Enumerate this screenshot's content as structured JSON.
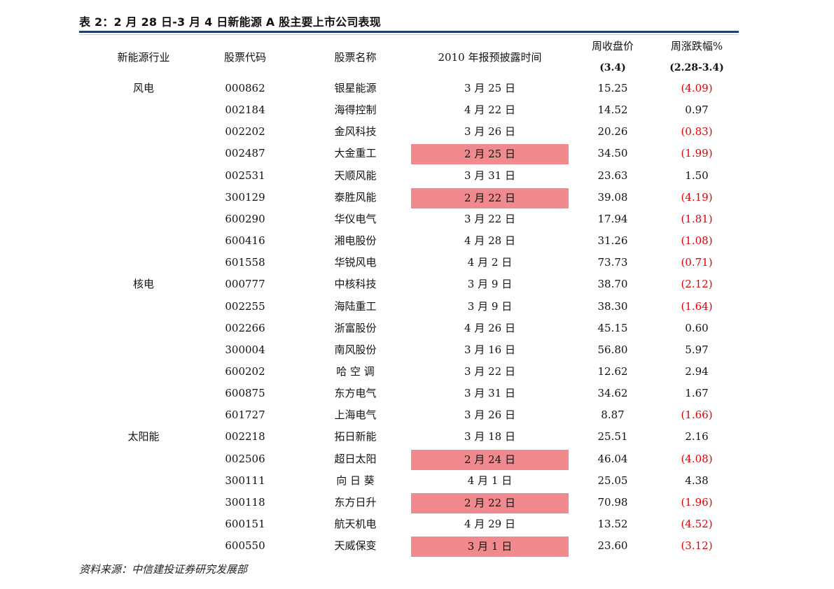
{
  "title": "表 2：2 月 28 日-3 月 4 日新能源 A 股主要上市公司表现",
  "headers": {
    "industry": "新能源行业",
    "code": "股票代码",
    "name": "股票名称",
    "date": "2010 年报预披露时间",
    "price": "周收盘价",
    "price_sub": "(3.4)",
    "change": "周涨跌幅%",
    "change_sub": "(2.28-3.4)"
  },
  "rows": [
    {
      "industry": "风电",
      "code": "000862",
      "name": "银星能源",
      "date": "3 月 25 日",
      "price": "15.25",
      "change": "(4.09)",
      "negative": true,
      "highlight": false
    },
    {
      "industry": "",
      "code": "002184",
      "name": "海得控制",
      "date": "4 月 22 日",
      "price": "14.52",
      "change": "0.97",
      "negative": false,
      "highlight": false
    },
    {
      "industry": "",
      "code": "002202",
      "name": "金风科技",
      "date": "3 月 26 日",
      "price": "20.26",
      "change": "(0.83)",
      "negative": true,
      "highlight": false
    },
    {
      "industry": "",
      "code": "002487",
      "name": "大金重工",
      "date": "2 月 25 日",
      "price": "34.50",
      "change": "(1.99)",
      "negative": true,
      "highlight": true
    },
    {
      "industry": "",
      "code": "002531",
      "name": "天顺风能",
      "date": "3 月 31 日",
      "price": "23.63",
      "change": "1.50",
      "negative": false,
      "highlight": false
    },
    {
      "industry": "",
      "code": "300129",
      "name": "泰胜风能",
      "date": "2 月 22 日",
      "price": "39.08",
      "change": "(4.19)",
      "negative": true,
      "highlight": true
    },
    {
      "industry": "",
      "code": "600290",
      "name": "华仪电气",
      "date": "3 月 22 日",
      "price": "17.94",
      "change": "(1.81)",
      "negative": true,
      "highlight": false
    },
    {
      "industry": "",
      "code": "600416",
      "name": "湘电股份",
      "date": "4 月 28 日",
      "price": "31.26",
      "change": "(1.08)",
      "negative": true,
      "highlight": false
    },
    {
      "industry": "",
      "code": "601558",
      "name": "华锐风电",
      "date": "4 月 2 日",
      "price": "73.73",
      "change": "(0.71)",
      "negative": true,
      "highlight": false
    },
    {
      "industry": "核电",
      "code": "000777",
      "name": "中核科技",
      "date": "3 月 9 日",
      "price": "38.70",
      "change": "(2.12)",
      "negative": true,
      "highlight": false
    },
    {
      "industry": "",
      "code": "002255",
      "name": "海陆重工",
      "date": "3 月 9 日",
      "price": "38.30",
      "change": "(1.64)",
      "negative": true,
      "highlight": false
    },
    {
      "industry": "",
      "code": "002266",
      "name": "浙富股份",
      "date": "4 月 26 日",
      "price": "45.15",
      "change": "0.60",
      "negative": false,
      "highlight": false
    },
    {
      "industry": "",
      "code": "300004",
      "name": "南风股份",
      "date": "3 月 16 日",
      "price": "56.80",
      "change": "5.97",
      "negative": false,
      "highlight": false
    },
    {
      "industry": "",
      "code": "600202",
      "name": "哈 空 调",
      "date": "3 月 22 日",
      "price": "12.62",
      "change": "2.94",
      "negative": false,
      "highlight": false
    },
    {
      "industry": "",
      "code": "600875",
      "name": "东方电气",
      "date": "3 月 31 日",
      "price": "34.62",
      "change": "1.67",
      "negative": false,
      "highlight": false
    },
    {
      "industry": "",
      "code": "601727",
      "name": "上海电气",
      "date": "3 月 26 日",
      "price": "8.87",
      "change": "(1.66)",
      "negative": true,
      "highlight": false
    },
    {
      "industry": "太阳能",
      "code": "002218",
      "name": "拓日新能",
      "date": "3 月 18 日",
      "price": "25.51",
      "change": "2.16",
      "negative": false,
      "highlight": false
    },
    {
      "industry": "",
      "code": "002506",
      "name": "超日太阳",
      "date": "2 月 24 日",
      "price": "46.04",
      "change": "(4.08)",
      "negative": true,
      "highlight": true
    },
    {
      "industry": "",
      "code": "300111",
      "name": "向 日 葵",
      "date": "4 月 1 日",
      "price": "25.05",
      "change": "4.38",
      "negative": false,
      "highlight": false
    },
    {
      "industry": "",
      "code": "300118",
      "name": "东方日升",
      "date": "2 月 22 日",
      "price": "70.98",
      "change": "(1.96)",
      "negative": true,
      "highlight": true
    },
    {
      "industry": "",
      "code": "600151",
      "name": "航天机电",
      "date": "4 月 29 日",
      "price": "13.52",
      "change": "(4.52)",
      "negative": true,
      "highlight": false
    },
    {
      "industry": "",
      "code": "600550",
      "name": "天威保变",
      "date": "3 月 1 日",
      "price": "23.60",
      "change": "(3.12)",
      "negative": true,
      "highlight": true
    }
  ],
  "source": "资料来源：中信建投证券研究发展部",
  "colors": {
    "negative": "#e00000",
    "highlight": "#f08a8e",
    "rule": "#1f3f6e"
  }
}
